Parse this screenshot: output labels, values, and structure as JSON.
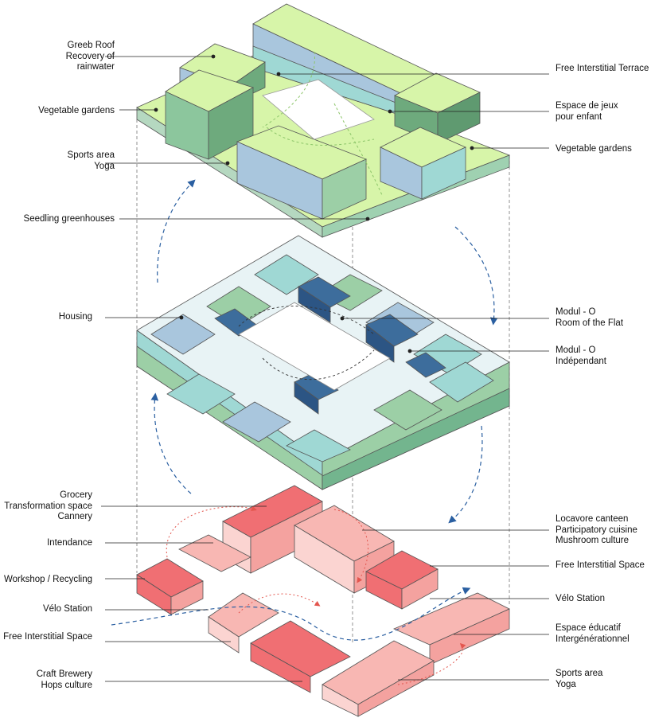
{
  "colors": {
    "roof_green": "#d7f5a9",
    "roof_green_dark": "#b9e88a",
    "housing_blue": "#a9c6dd",
    "housing_teal": "#9fd8d4",
    "housing_green": "#9ccfa6",
    "housing_dark_blue": "#3d6d9c",
    "ground_red": "#f06f73",
    "ground_pink": "#f8b7b3",
    "arrow_blue": "#2a5fa1",
    "arrow_red": "#e3564e"
  },
  "labels": {
    "green_roof": [
      "Greeb Roof",
      "Recovery of",
      "rainwater"
    ],
    "vegetable_gardens_left": [
      "Vegetable gardens"
    ],
    "sports_area_top": [
      "Sports area",
      "Yoga"
    ],
    "seedling": [
      "Seedling greenhouses"
    ],
    "free_terrace": [
      "Free Interstitial Terrace"
    ],
    "espace_jeux": [
      "Espace de jeux",
      "pour enfant"
    ],
    "vegetable_gardens_right": [
      "Vegetable gardens"
    ],
    "housing": [
      "Housing"
    ],
    "modul_room": [
      "Modul - O",
      "Room of the Flat"
    ],
    "modul_indep": [
      "Modul - O",
      "Indépendant"
    ],
    "grocery": [
      "Grocery",
      "Transformation space",
      "Cannery"
    ],
    "intendance": [
      "Intendance"
    ],
    "workshop": [
      "Workshop / Recycling"
    ],
    "velo_left": [
      "Vélo Station"
    ],
    "free_space_left": [
      "Free Interstitial Space"
    ],
    "craft_brewery": [
      "Craft Brewery",
      "Hops culture"
    ],
    "locavore": [
      "Locavore canteen",
      "Participatory cuisine",
      "Mushroom culture"
    ],
    "free_space_right": [
      "Free Interstitial Space"
    ],
    "velo_right": [
      "Vélo Station"
    ],
    "espace_educatif": [
      "Espace éducatif",
      "Intergénérationnel"
    ],
    "sports_area_bottom": [
      "Sports area",
      "Yoga"
    ]
  }
}
